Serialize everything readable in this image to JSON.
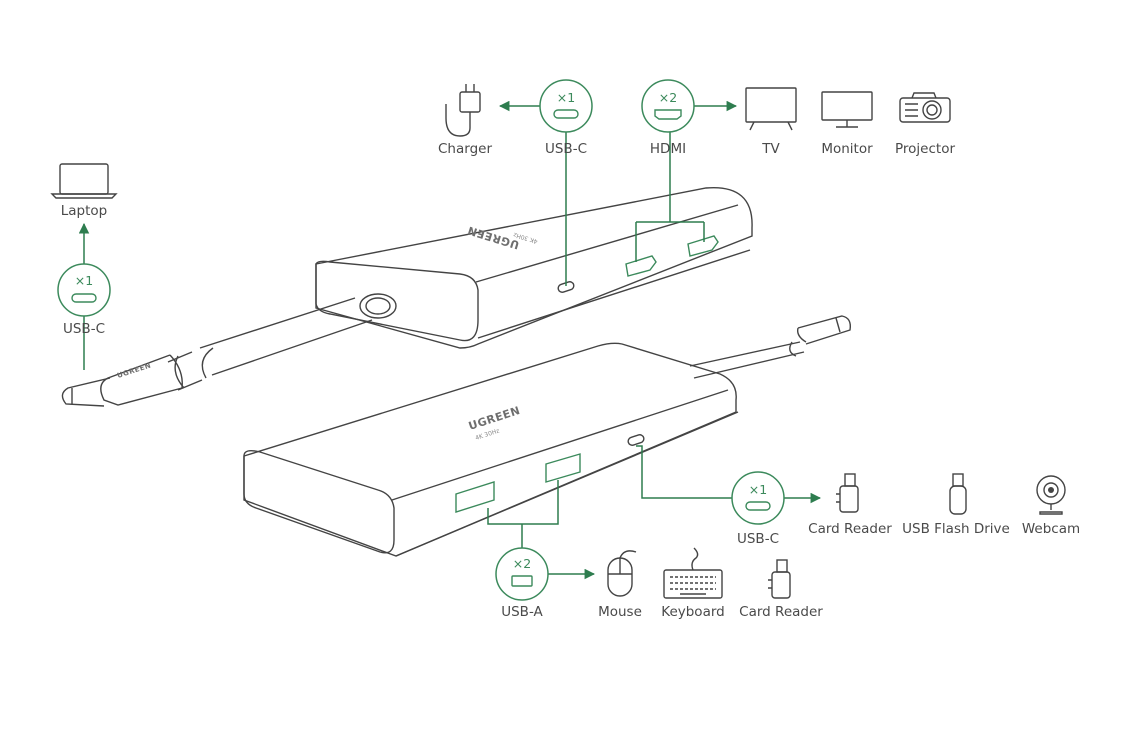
{
  "colors": {
    "accent": "#2e7d4f",
    "outline": "#444444",
    "text": "#4a4a4a"
  },
  "brand": {
    "name": "UGREEN",
    "model": "4K 30Hz"
  },
  "top_hub": {
    "inputs": [
      {
        "name": "laptop",
        "label": "Laptop",
        "icon": "laptop-icon"
      },
      {
        "name": "usbc-upstream",
        "label": "USB-C",
        "count": "×1",
        "icon": "usb-c-port-icon"
      }
    ],
    "ports": [
      {
        "name": "usbc-pd",
        "label": "USB-C",
        "count": "×1",
        "icon": "usb-c-port-icon"
      },
      {
        "name": "hdmi",
        "label": "HDMI",
        "count": "×2",
        "icon": "hdmi-port-icon"
      }
    ],
    "devices": [
      {
        "name": "charger",
        "label": "Charger",
        "icon": "charger-icon"
      },
      {
        "name": "tv",
        "label": "TV",
        "icon": "tv-icon"
      },
      {
        "name": "monitor",
        "label": "Monitor",
        "icon": "monitor-icon"
      },
      {
        "name": "projector",
        "label": "Projector",
        "icon": "projector-icon"
      }
    ]
  },
  "bottom_hub": {
    "ports": [
      {
        "name": "usbc-data",
        "label": "USB-C",
        "count": "×1",
        "icon": "usb-c-port-icon"
      },
      {
        "name": "usba",
        "label": "USB-A",
        "count": "×2",
        "icon": "usb-a-port-icon"
      }
    ],
    "devices_usbc": [
      {
        "name": "card-reader",
        "label": "Card Reader",
        "icon": "card-reader-icon"
      },
      {
        "name": "usb-flash-drive",
        "label": "USB Flash Drive",
        "icon": "usb-flash-drive-icon"
      },
      {
        "name": "webcam",
        "label": "Webcam",
        "icon": "webcam-icon"
      }
    ],
    "devices_usba": [
      {
        "name": "mouse",
        "label": "Mouse",
        "icon": "mouse-icon"
      },
      {
        "name": "keyboard",
        "label": "Keyboard",
        "icon": "keyboard-icon"
      },
      {
        "name": "card-reader",
        "label": "Card Reader",
        "icon": "card-reader-icon"
      }
    ]
  }
}
